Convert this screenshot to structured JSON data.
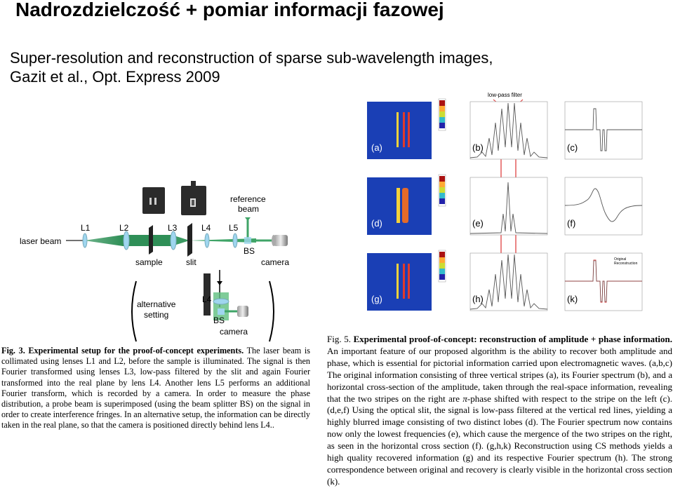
{
  "slide": {
    "title": "Nadrozdzielczość + pomiar informacji fazowej",
    "subtitle_line1": "Super-resolution and reconstruction of sparse sub-wavelength images,",
    "subtitle_line2": "Gazit et al.,  Opt. Express 2009"
  },
  "setup": {
    "laser_beam": "laser beam",
    "L1": "L1",
    "L2": "L2",
    "L3": "L3",
    "L4": "L4",
    "L5": "L5",
    "reference_beam_1": "reference",
    "reference_beam_2": "beam",
    "BS": "BS",
    "camera": "camera",
    "sample": "sample",
    "slit": "slit",
    "alternative_1": "alternative",
    "alternative_2": "setting",
    "alt_L4": "L4",
    "alt_BS": "BS",
    "alt_camera": "camera"
  },
  "figure5": {
    "lowpass": "low-pass filter",
    "panels": [
      "(a)",
      "(b)",
      "(c)",
      "(d)",
      "(e)",
      "(f)",
      "(g)",
      "(h)",
      "(k)"
    ],
    "legend_original": "Original",
    "legend_reconstructed": "Reconstruction"
  },
  "fig3": {
    "label": "Fig. 3.",
    "bold": "Experimental setup for the proof-of-concept experiments.",
    "text": " The laser beam is collimated using lenses L1 and L2, before the sample is illuminated. The signal is then Fourier transformed using lenses L3, low-pass filtered by the slit and again Fourier transformed into the real plane by lens L4. Another lens L5 performs an additional Fourier transform, which is recorded by a camera. In order to measure the phase distribution, a probe beam is superimposed (using the beam splitter BS) on the signal in order to create interference fringes. In an alternative setup, the information can be directly taken in the real plane, so that the camera is positioned directly behind lens L4.."
  },
  "fig5": {
    "label": "Fig. 5.",
    "bold": "Experimental proof-of-concept: reconstruction of amplitude + phase information.",
    "text1": " An important feature of our proposed algorithm is the ability to recover both amplitude and phase, which is essential for pictorial information carried upon electromagnetic waves. (a,b,c) The original information consisting of three vertical stripes (a), its Fourier spectrum (b), and a horizontal cross-section of the amplitude, taken through the real-space information, revealing that the two stripes on the right are ",
    "pi": "π",
    "text2": "-phase shifted with respect to the stripe on the left (c). (d,e,f) Using the optical slit, the signal is low-pass filtered at the vertical red lines, yielding a highly blurred image consisting of two distinct lobes (d). The Fourier spectrum now contains now only the lowest frequencies (e), which cause the mergence of the two stripes on the right, as seen in the horizontal cross section (f). (g,h,k) Reconstruction using CS methods yields a high quality recovered information (g) and its respective Fourier spectrum (h). The strong correspondence between original and recovery is clearly visible in the horizontal cross section (k)."
  }
}
